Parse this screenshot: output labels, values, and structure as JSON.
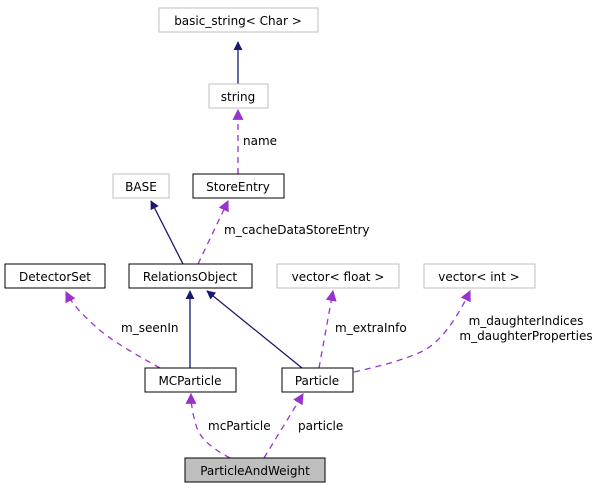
{
  "diagram": {
    "title": "Collaboration diagram for ParticleAndWeight",
    "colors": {
      "inheritance_edge": "#191970",
      "usage_edge": "#9a32cd",
      "focus_fill": "#bfbfbf",
      "documented_border": "#000000",
      "external_border": "#bfbfbf"
    },
    "nodes": [
      {
        "id": "basic_string",
        "label": "basic_string< Char >",
        "kind": "external"
      },
      {
        "id": "string",
        "label": "string",
        "kind": "external"
      },
      {
        "id": "base",
        "label": "BASE",
        "kind": "external"
      },
      {
        "id": "storeentry",
        "label": "StoreEntry",
        "kind": "documented"
      },
      {
        "id": "detectorset",
        "label": "DetectorSet",
        "kind": "documented"
      },
      {
        "id": "relationsobject",
        "label": "RelationsObject",
        "kind": "documented"
      },
      {
        "id": "vector_float",
        "label": "vector< float >",
        "kind": "external"
      },
      {
        "id": "vector_int",
        "label": "vector< int >",
        "kind": "external"
      },
      {
        "id": "mcparticle",
        "label": "MCParticle",
        "kind": "documented"
      },
      {
        "id": "particle",
        "label": "Particle",
        "kind": "documented"
      },
      {
        "id": "particleandweight",
        "label": "ParticleAndWeight",
        "kind": "focus"
      }
    ],
    "edges": [
      {
        "from": "string",
        "to": "basic_string",
        "type": "inheritance",
        "label": ""
      },
      {
        "from": "storeentry",
        "to": "string",
        "type": "usage",
        "label": "name"
      },
      {
        "from": "relationsobject",
        "to": "base",
        "type": "inheritance",
        "label": ""
      },
      {
        "from": "relationsobject",
        "to": "storeentry",
        "type": "usage",
        "label": "m_cacheDataStoreEntry"
      },
      {
        "from": "mcparticle",
        "to": "detectorset",
        "type": "usage",
        "label": "m_seenIn"
      },
      {
        "from": "mcparticle",
        "to": "relationsobject",
        "type": "inheritance",
        "label": ""
      },
      {
        "from": "particle",
        "to": "relationsobject",
        "type": "inheritance",
        "label": ""
      },
      {
        "from": "particle",
        "to": "vector_float",
        "type": "usage",
        "label": "m_extraInfo"
      },
      {
        "from": "particle",
        "to": "vector_int",
        "type": "usage",
        "label": [
          "m_daughterIndices",
          "m_daughterProperties"
        ]
      },
      {
        "from": "particleandweight",
        "to": "mcparticle",
        "type": "usage",
        "label": "mcParticle"
      },
      {
        "from": "particleandweight",
        "to": "particle",
        "type": "usage",
        "label": "particle"
      }
    ]
  }
}
